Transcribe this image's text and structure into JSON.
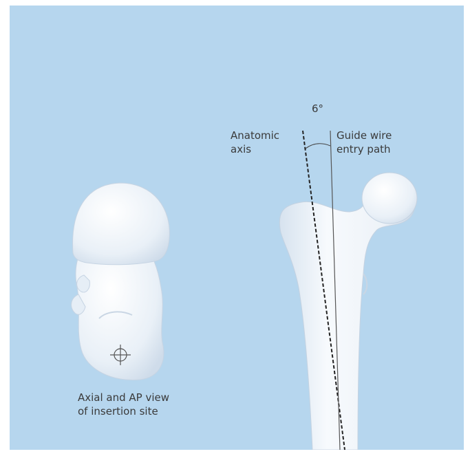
{
  "labels": {
    "angle": "6°",
    "anatomic_axis": "Anatomic\naxis",
    "guide_wire": "Guide wire\nentry path",
    "insertion_view": "Axial and AP view\nof insertion site"
  },
  "colors": {
    "background": "#b6d6ee",
    "bone": "#eef3f8",
    "line": "#333333",
    "text": "#3a3a3a"
  },
  "angle_degrees": 6
}
